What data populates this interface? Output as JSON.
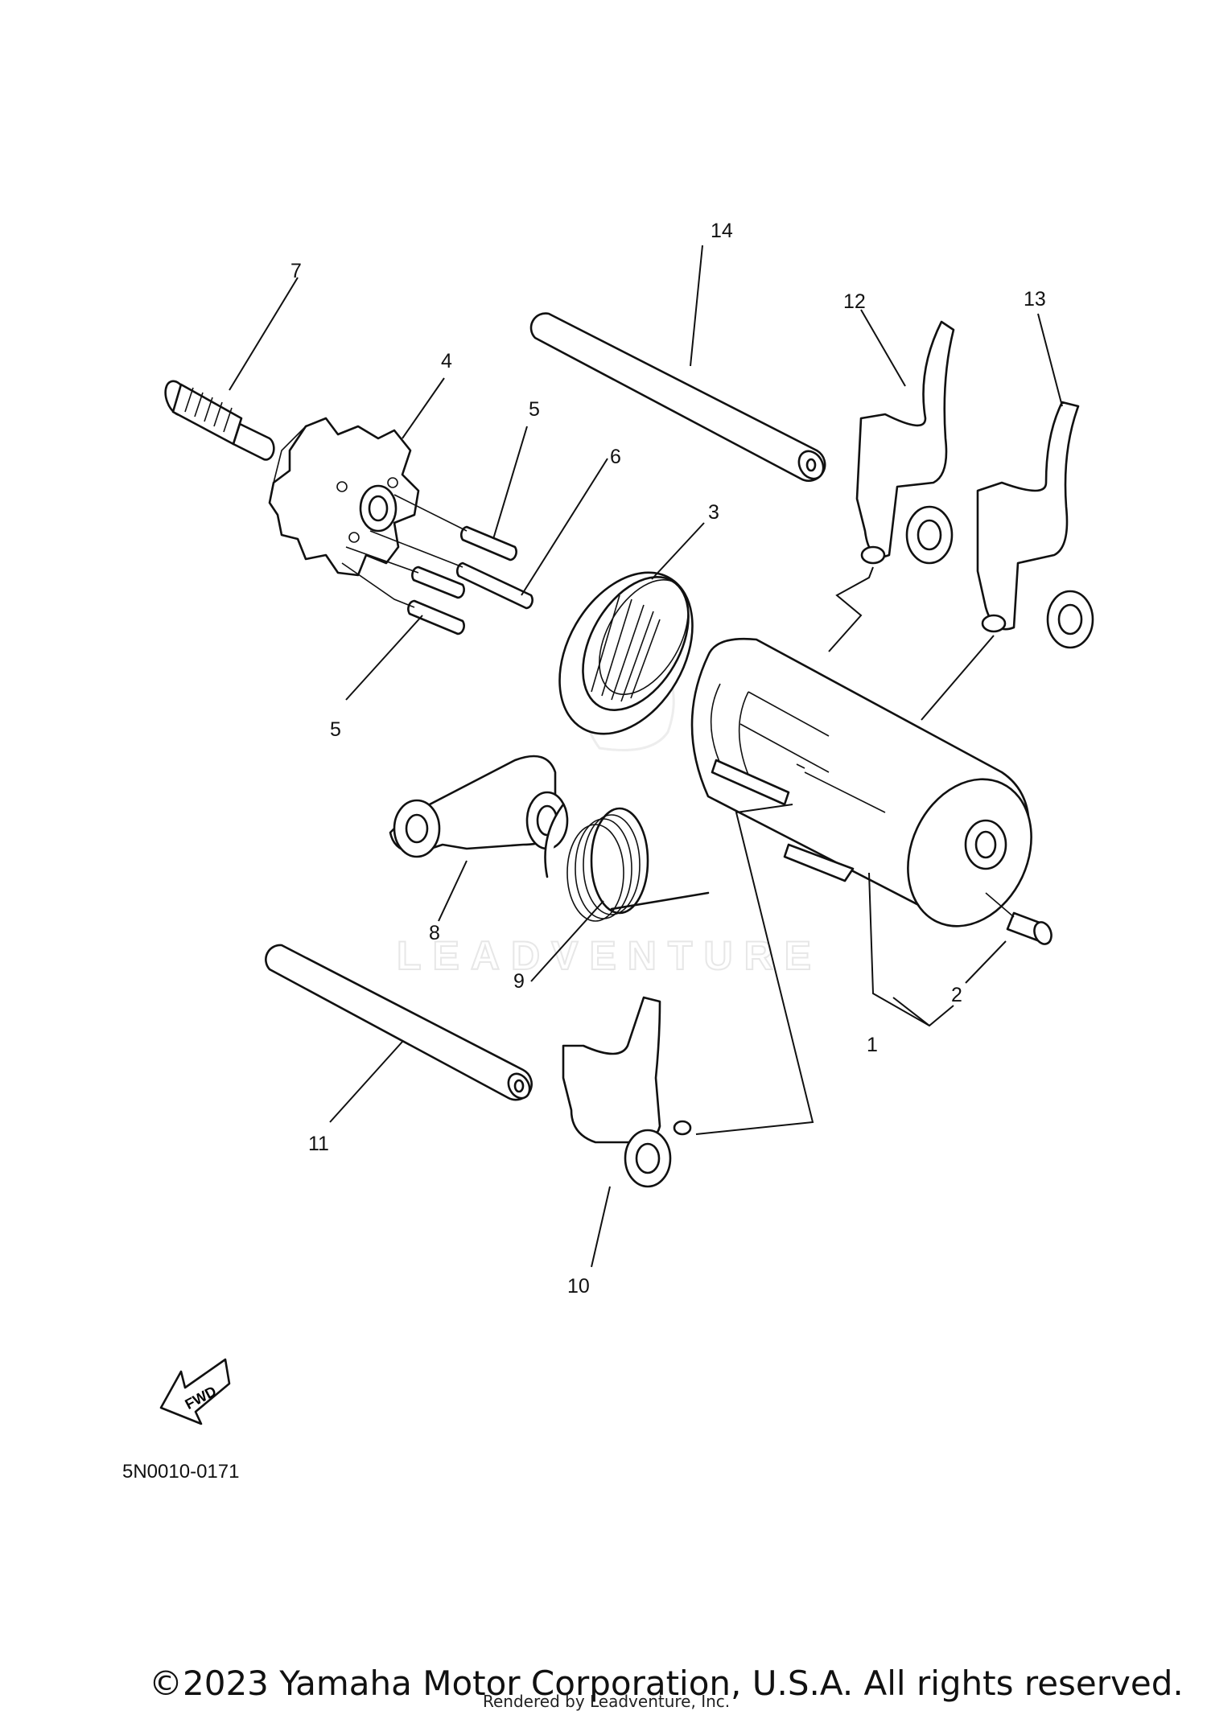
{
  "diagram": {
    "callouts": [
      "1",
      "2",
      "3",
      "4",
      "5",
      "5",
      "6",
      "7",
      "8",
      "9",
      "10",
      "11",
      "12",
      "13",
      "14"
    ],
    "watermark": "LEADVENTURE",
    "fwd_arrow": "FWD",
    "diagram_code": "5N0010-0171"
  },
  "footer": {
    "copyright": "©2023 Yamaha Motor Corporation, U.S.A. All rights reserved.",
    "rendered_by": "Rendered by Leadventure, Inc."
  }
}
